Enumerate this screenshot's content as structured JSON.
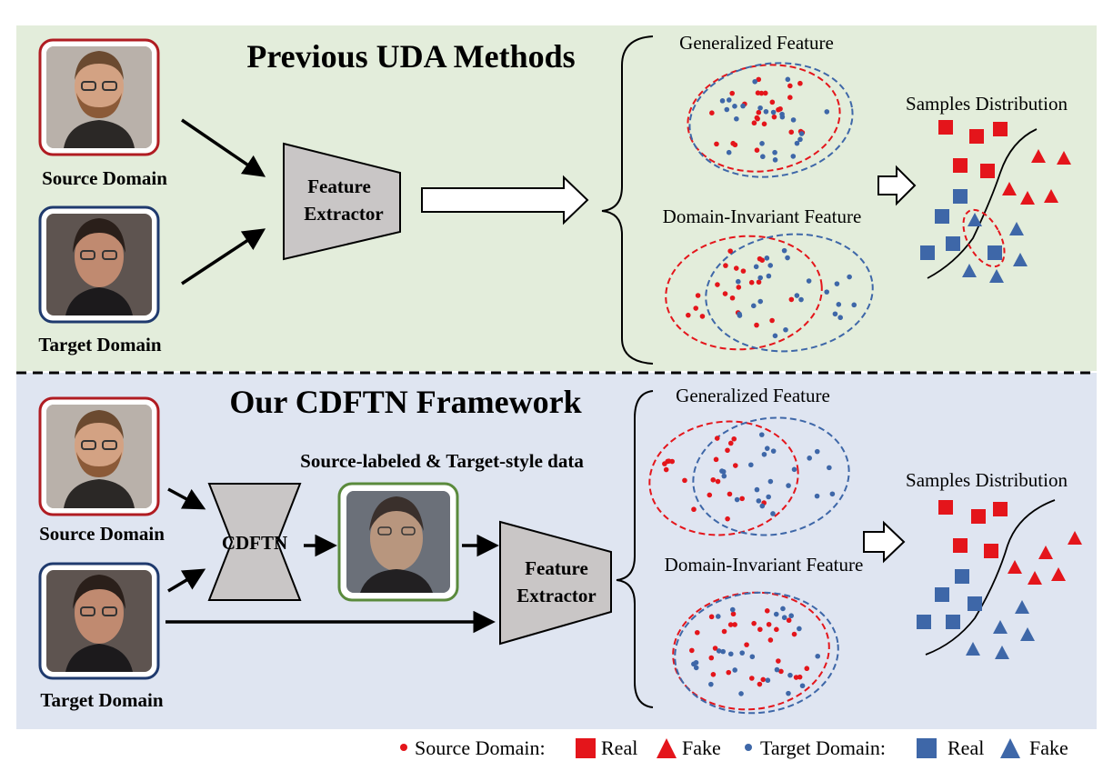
{
  "top": {
    "title": "Previous UDA Methods",
    "source_label": "Source Domain",
    "target_label": "Target Domain",
    "extractor_line1": "Feature",
    "extractor_line2": "Extractor",
    "generalized_label": "Generalized Feature",
    "invariant_label": "Domain-Invariant Feature",
    "samples_label": "Samples Distribution"
  },
  "bottom": {
    "title": "Our CDFTN Framework",
    "source_label": "Source Domain",
    "target_label": "Target Domain",
    "cdftn_label": "CDFTN",
    "styled_data_label": "Source-labeled & Target-style data",
    "extractor_line1": "Feature",
    "extractor_line2": "Extractor",
    "generalized_label": "Generalized Feature",
    "invariant_label": "Domain-Invariant Feature",
    "samples_label": "Samples Distribution"
  },
  "legend": {
    "source_label": "Source Domain:",
    "real_label": "Real",
    "fake_label": "Fake",
    "target_label": "Target Domain:",
    "real2_label": "Real",
    "fake2_label": "Fake"
  },
  "colors": {
    "top_bg": "#e3eddb",
    "bottom_bg": "#dfe5f1",
    "source_red": "#e4151b",
    "target_blue": "#3e67a8",
    "extractor_gray": "#c9c6c6",
    "styled_frame_green": "#5a8a3c",
    "source_frame": "#b01c22",
    "target_frame": "#1f3a6e"
  }
}
